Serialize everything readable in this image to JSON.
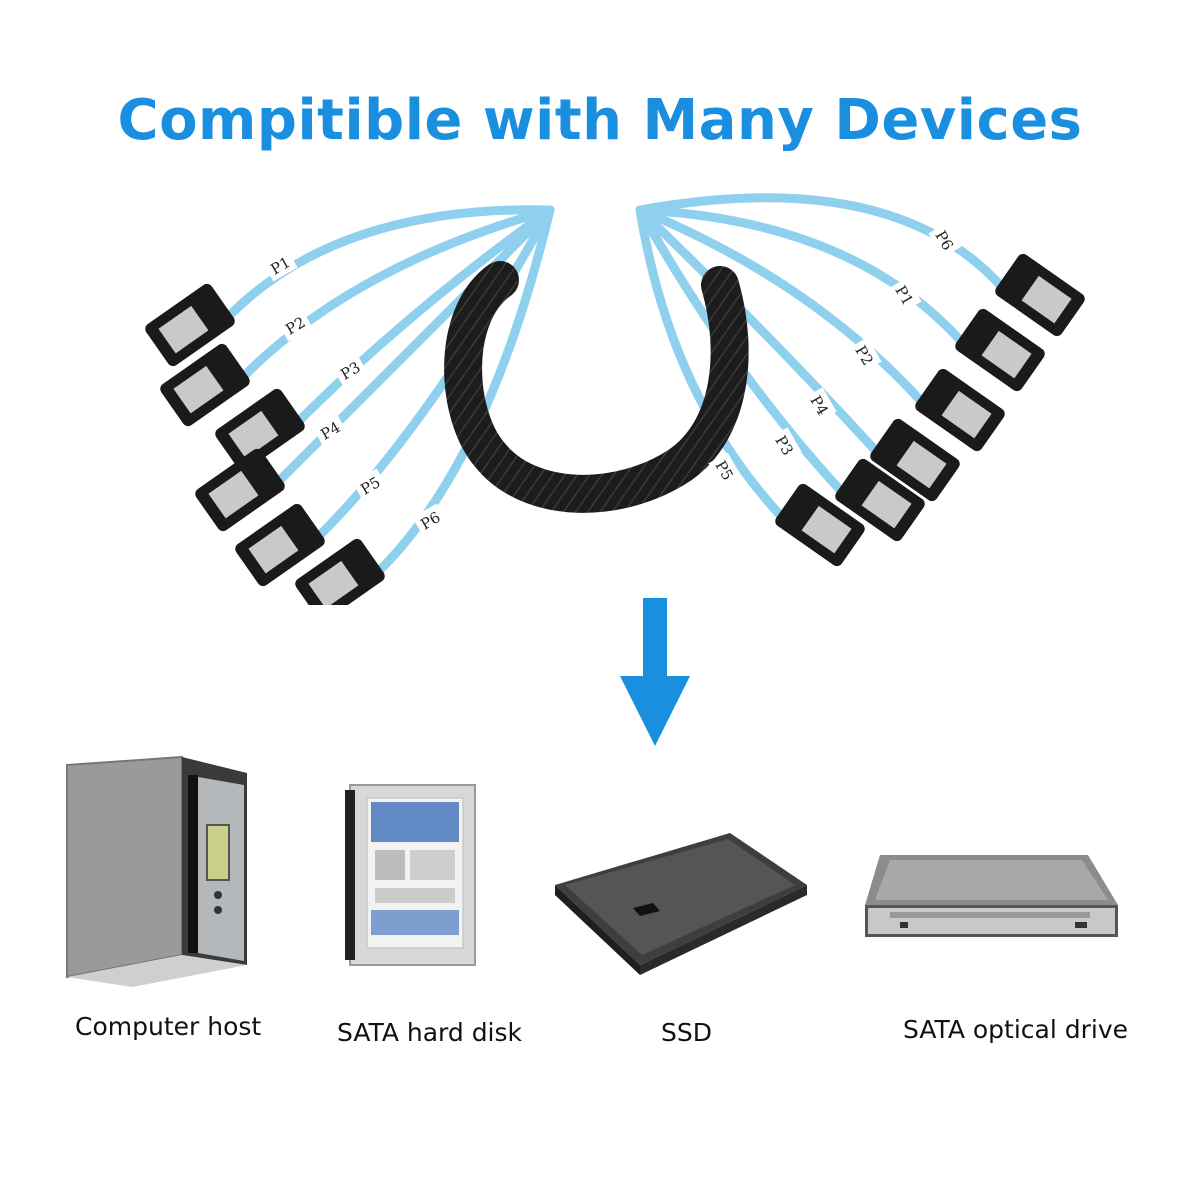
{
  "heading": {
    "title": "Compitible with Many Devices",
    "color": "#1a8fe0"
  },
  "cable": {
    "left_port_labels": [
      "P1",
      "P2",
      "P3",
      "P4",
      "P5",
      "P6"
    ],
    "right_port_labels": [
      "P6",
      "P1",
      "P2",
      "P4",
      "P3",
      "P5"
    ],
    "wire_color": "#8fd0ee",
    "sleeve_color": "#1c1c1c"
  },
  "arrow": {
    "color": "#1a8fe0"
  },
  "devices": [
    {
      "icon": "computer-host-icon",
      "label": "Computer host"
    },
    {
      "icon": "hard-disk-icon",
      "label": "SATA hard disk"
    },
    {
      "icon": "ssd-icon",
      "label": "SSD"
    },
    {
      "icon": "optical-drive-icon",
      "label": "SATA optical drive"
    }
  ]
}
